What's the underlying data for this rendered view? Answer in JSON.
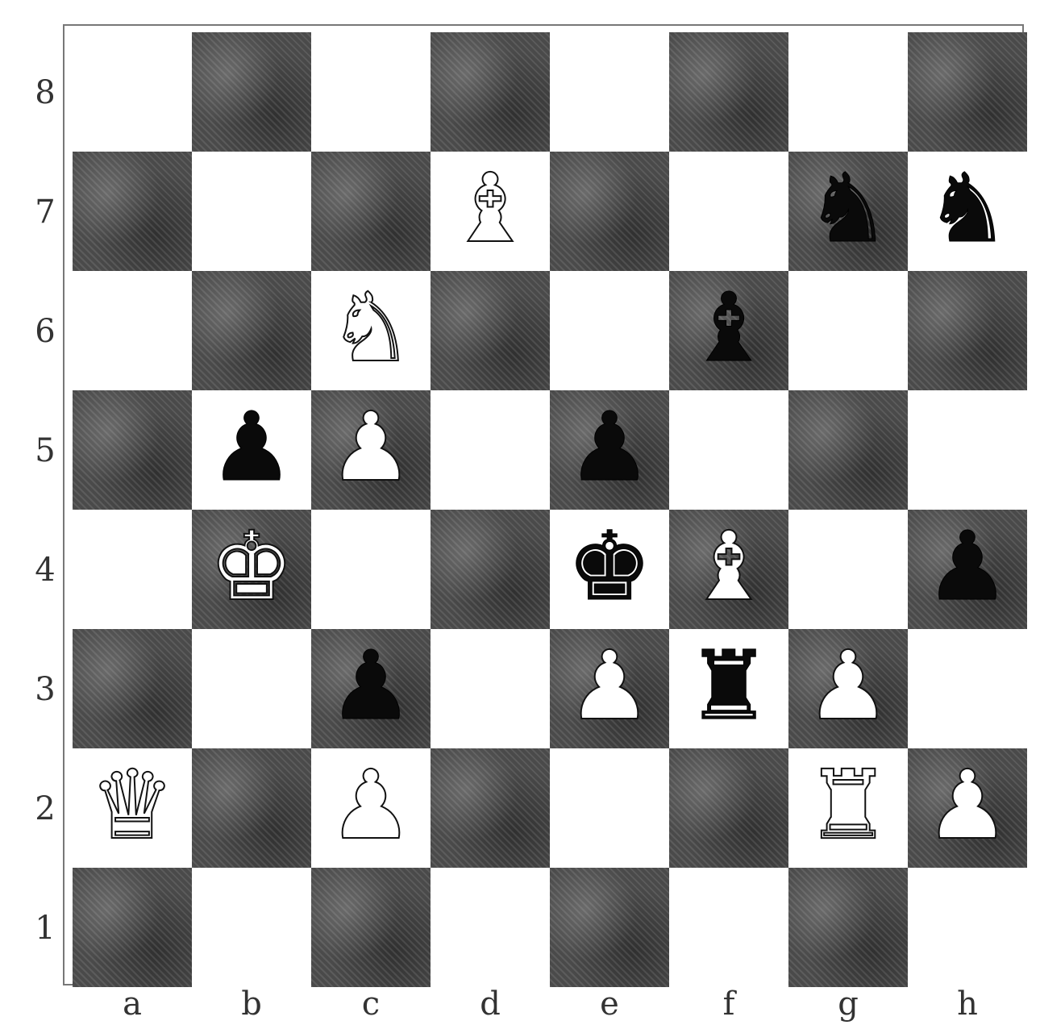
{
  "board": {
    "ranks": [
      "8",
      "7",
      "6",
      "5",
      "4",
      "3",
      "2",
      "1"
    ],
    "files": [
      "a",
      "b",
      "c",
      "d",
      "e",
      "f",
      "g",
      "h"
    ],
    "pieces": {
      "d7": "white-bishop",
      "g7": "black-knight",
      "h7": "black-knight",
      "c6": "white-knight",
      "f6": "black-bishop",
      "b5": "black-pawn",
      "c5": "white-pawn",
      "e5": "black-pawn",
      "b4": "white-king",
      "e4": "black-king",
      "f4": "white-bishop",
      "h4": "black-pawn",
      "c3": "black-pawn",
      "e3": "white-pawn",
      "f3": "black-rook",
      "g3": "white-pawn",
      "a2": "white-queen",
      "c2": "white-pawn",
      "g2": "white-rook",
      "h2": "white-pawn"
    }
  },
  "glyphs": {
    "king": "♚",
    "queen": "♛",
    "rook": "♜",
    "bishop": "♝",
    "knight": "♞",
    "pawn": "♟"
  },
  "colors": {
    "dark_square": "#4a4a4a",
    "light_square": "#ffffff"
  }
}
